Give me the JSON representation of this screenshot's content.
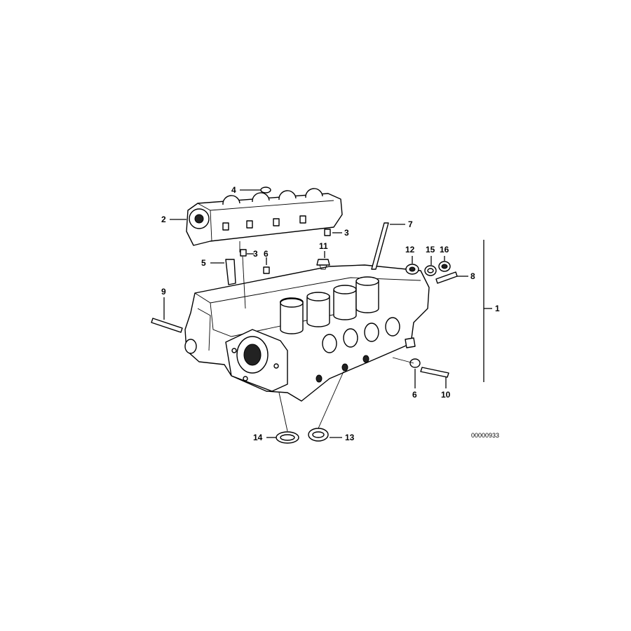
{
  "callouts": {
    "c1": "1",
    "c2": "2",
    "c3a": "3",
    "c3b": "3",
    "c4": "4",
    "c5": "5",
    "c6a": "6",
    "c6b": "6",
    "c7": "7",
    "c8": "8",
    "c9": "9",
    "c10": "10",
    "c11": "11",
    "c12": "12",
    "c13": "13",
    "c14": "14",
    "c15": "15",
    "c16": "16"
  },
  "reference_number": "00000933"
}
